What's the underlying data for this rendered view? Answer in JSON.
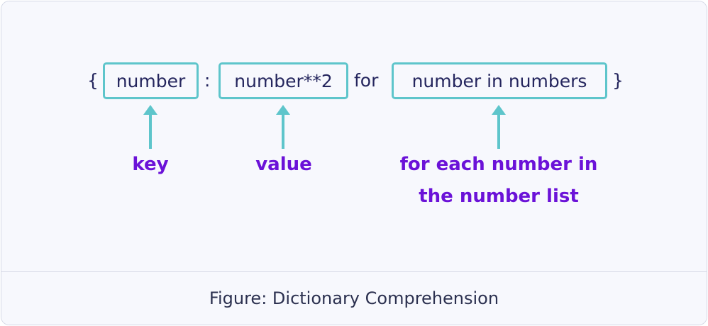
{
  "diagram": {
    "open_brace": "{",
    "key_expr": "number",
    "colon": ":",
    "value_expr": "number**2",
    "for_keyword": "for",
    "iter_expr": "number in numbers",
    "close_brace": "}",
    "labels": {
      "key": "key",
      "value": "value",
      "iter_line1": "for each number in",
      "iter_line2": "the number list"
    }
  },
  "caption": "Figure: Dictionary Comprehension",
  "colors": {
    "box_border": "#5ec5cb",
    "arrow": "#5ec5cb",
    "label_text": "#6b12d8",
    "code_text": "#25265e",
    "background": "#f7f8fd"
  }
}
